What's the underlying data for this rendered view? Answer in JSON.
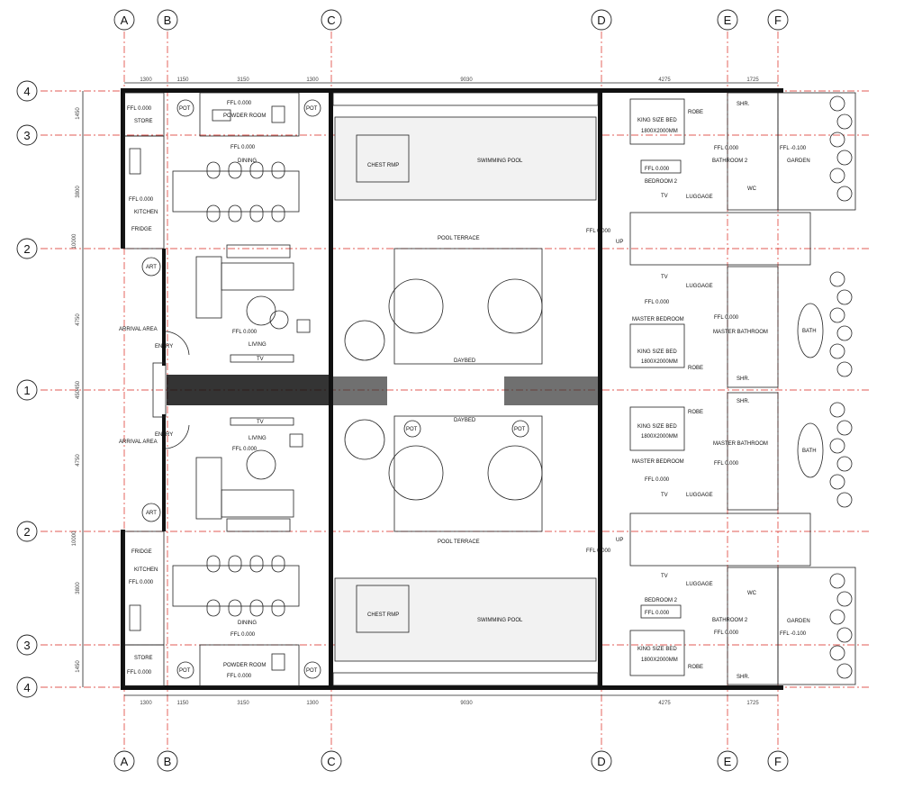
{
  "grid": {
    "columns": [
      "A",
      "B",
      "C",
      "D",
      "E",
      "F"
    ],
    "rows_top_to_bottom": [
      "4",
      "3",
      "2",
      "1",
      "2",
      "3",
      "4"
    ]
  },
  "dimensions": {
    "top": [
      "1300",
      "1150",
      "3150",
      "1300",
      "9030",
      "4275",
      "1725"
    ],
    "bottom": [
      "1300",
      "1150",
      "3150",
      "1300",
      "9030",
      "4275",
      "1725"
    ],
    "left": [
      "1450",
      "3800",
      "10000",
      "4750",
      "450450",
      "4750",
      "10000",
      "3800",
      "1450"
    ]
  },
  "rooms": {
    "store_top": "STORE",
    "ffl_store_top": "FFL 0.000",
    "pot": "POT",
    "powder_room": "POWDER ROOM",
    "ffl_powder": "FFL 0.000",
    "dining": "DINING",
    "ffl_dining": "FFL 0.000",
    "kitchen": "KITCHEN",
    "ffl_kitchen": "FFL 0.000",
    "fridge": "FRIDGE",
    "art": "ART",
    "arrival_area": "ARRIVAL AREA",
    "entry": "ENTRY",
    "living": "LIVING",
    "ffl_living": "FFL 0.000",
    "tv": "TV",
    "chest_rmp": "CHEST RMP",
    "swimming_pool": "SWIMMING POOL",
    "pool_terrace": "POOL TERRACE",
    "daybed": "DAYBED",
    "bedroom_2": "BEDROOM 2",
    "ffl_bedroom": "FFL 0.000",
    "king_bed": "KING SIZE BED",
    "bed_size": "1800X2000MM",
    "robe": "ROBE",
    "luggage": "LUGGAGE",
    "shr": "SHR.",
    "wc": "WC",
    "bathroom_2": "BATHROOM 2",
    "ffl_bath": "FFL 0.000",
    "garden": "GARDEN",
    "ffl_garden": "FFL -0.100",
    "up": "UP",
    "master_bedroom": "MASTER BEDROOM",
    "master_bathroom": "MASTER BATHROOM",
    "bath": "BATH",
    "ffl_stair": "FFL 0.000"
  }
}
